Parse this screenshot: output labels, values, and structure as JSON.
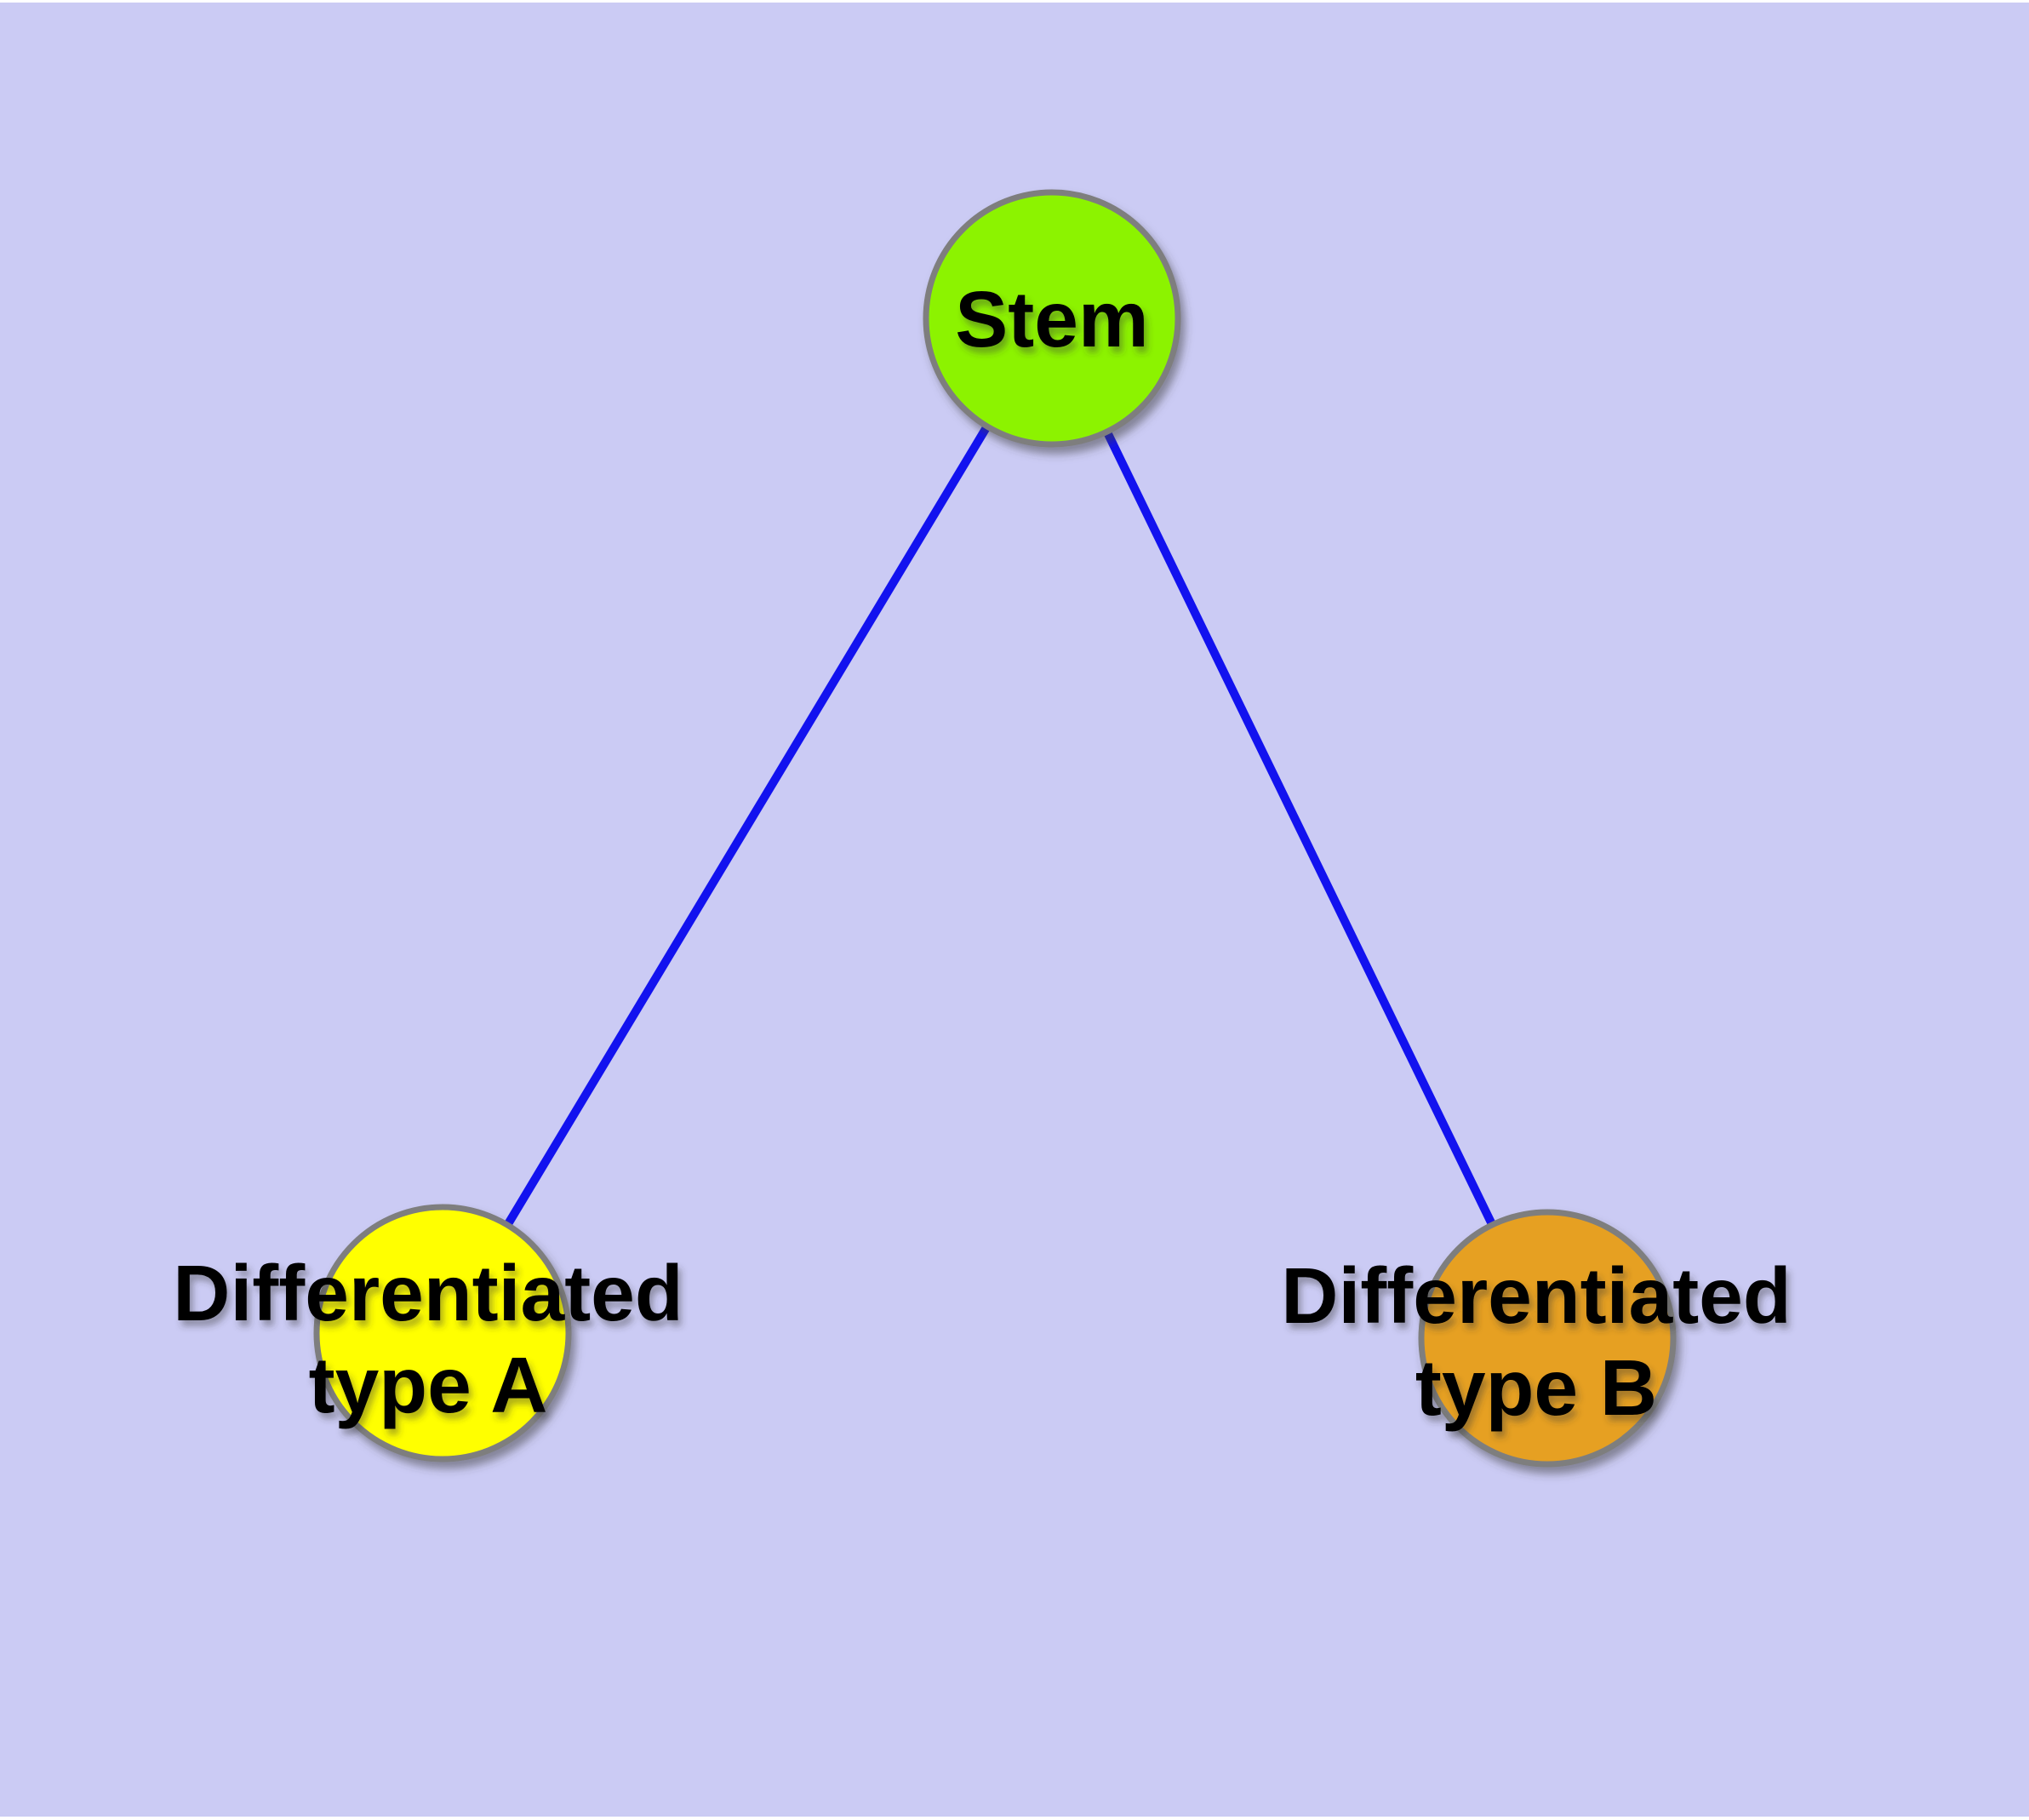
{
  "figure": {
    "type": "graph-diagram",
    "background_color": "#cbcbf4",
    "edge_color": "#1212ef",
    "node_border_color": "#7e7e7e",
    "label_color": "#000000",
    "nodes": [
      {
        "id": "stem",
        "lines": [
          "Stem"
        ],
        "fill": "#8cf303"
      },
      {
        "id": "differentiated-type-a",
        "lines": [
          "Differentiated",
          "type A"
        ],
        "fill": "#ffff00"
      },
      {
        "id": "differentiated-type-b",
        "lines": [
          "Differentiated",
          "type B"
        ],
        "fill": "#e6a023"
      }
    ],
    "edges": [
      {
        "from": "stem",
        "to": "differentiated-type-a"
      },
      {
        "from": "stem",
        "to": "differentiated-type-b"
      }
    ]
  }
}
